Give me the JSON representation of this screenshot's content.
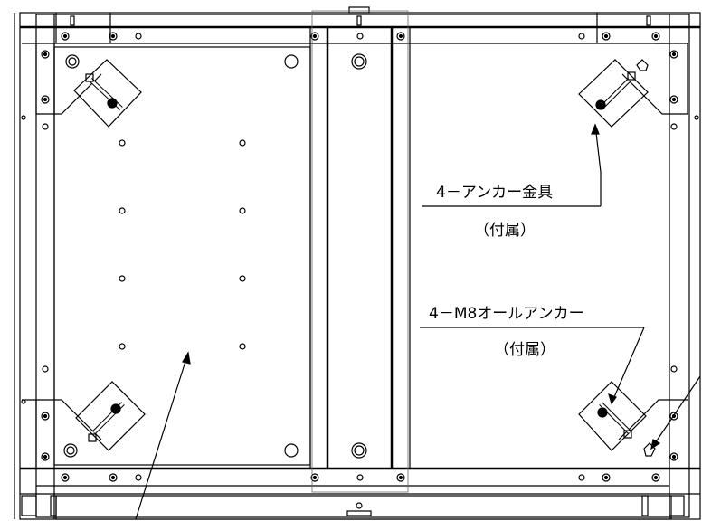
{
  "callouts": {
    "anchor_bracket": {
      "main": "4－アンカー金具",
      "note": "（付属）"
    },
    "all_anchor": {
      "main": "4－M8オールアンカー",
      "note": "（付属）"
    }
  },
  "colors": {
    "line": "#000000",
    "background": "#ffffff",
    "hidden_line": "#666666"
  }
}
